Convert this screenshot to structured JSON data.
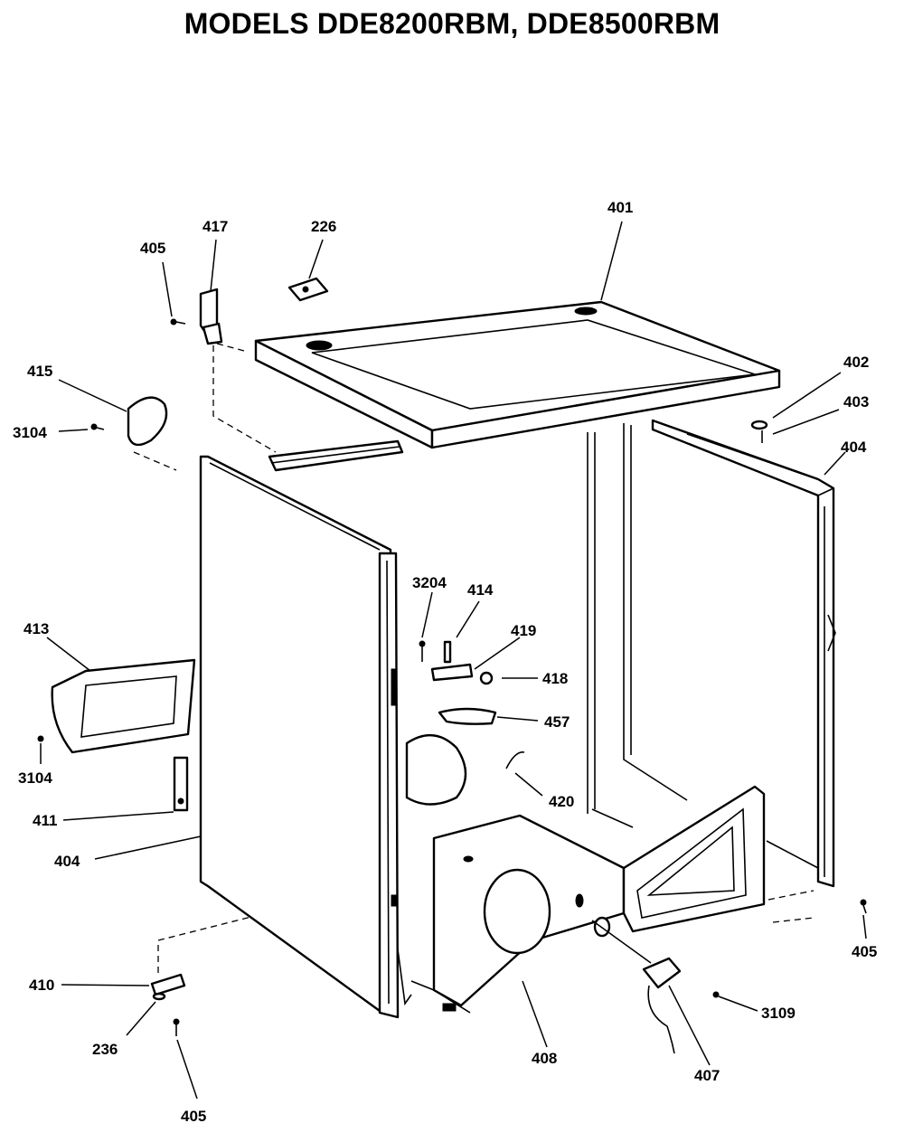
{
  "title": "MODELS DDE8200RBM, DDE8500RBM",
  "callouts": [
    {
      "id": "c401",
      "text": "401"
    },
    {
      "id": "c226",
      "text": "226"
    },
    {
      "id": "c417",
      "text": "417"
    },
    {
      "id": "c405a",
      "text": "405"
    },
    {
      "id": "c415",
      "text": "415"
    },
    {
      "id": "c3104a",
      "text": "3104"
    },
    {
      "id": "c402",
      "text": "402"
    },
    {
      "id": "c403",
      "text": "403"
    },
    {
      "id": "c404a",
      "text": "404"
    },
    {
      "id": "c3204",
      "text": "3204"
    },
    {
      "id": "c414",
      "text": "414"
    },
    {
      "id": "c419",
      "text": "419"
    },
    {
      "id": "c418",
      "text": "418"
    },
    {
      "id": "c457",
      "text": "457"
    },
    {
      "id": "c413",
      "text": "413"
    },
    {
      "id": "c3104b",
      "text": "3104"
    },
    {
      "id": "c411",
      "text": "411"
    },
    {
      "id": "c404b",
      "text": "404"
    },
    {
      "id": "c420",
      "text": "420"
    },
    {
      "id": "c405b",
      "text": "405"
    },
    {
      "id": "c410",
      "text": "410"
    },
    {
      "id": "c236",
      "text": "236"
    },
    {
      "id": "c405c",
      "text": "405"
    },
    {
      "id": "c408",
      "text": "408"
    },
    {
      "id": "c407",
      "text": "407"
    },
    {
      "id": "c3109",
      "text": "3109"
    }
  ]
}
